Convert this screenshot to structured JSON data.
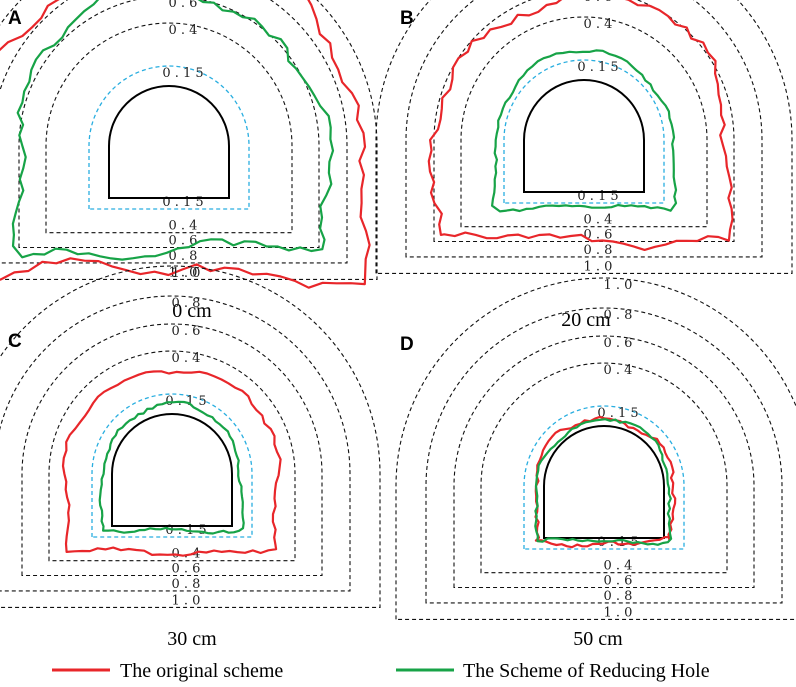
{
  "colors": {
    "original": "#e8262a",
    "reducing": "#17a347",
    "inner_contour": "#29aee0",
    "contour": "#111111",
    "tunnel": "#000000"
  },
  "contour_levels": [
    "1.0",
    "0.8",
    "0.6",
    "0.4",
    "0.15"
  ],
  "panels": [
    {
      "letter": "A",
      "caption": "0 cm",
      "red_level": 0.92,
      "green_level": 0.63,
      "seed": 1
    },
    {
      "letter": "B",
      "caption": "20 cm",
      "red_level": 0.57,
      "green_level": 0.2,
      "seed": 2
    },
    {
      "letter": "C",
      "caption": "30 cm",
      "red_level": 0.3,
      "green_level": 0.05,
      "seed": 3
    },
    {
      "letter": "D",
      "caption": "50 cm",
      "red_level": 0.04,
      "green_level": 0.02,
      "seed": 4
    }
  ],
  "legend": {
    "original_label": "The original scheme",
    "reducing_label": "The Scheme of Reducing Hole"
  }
}
